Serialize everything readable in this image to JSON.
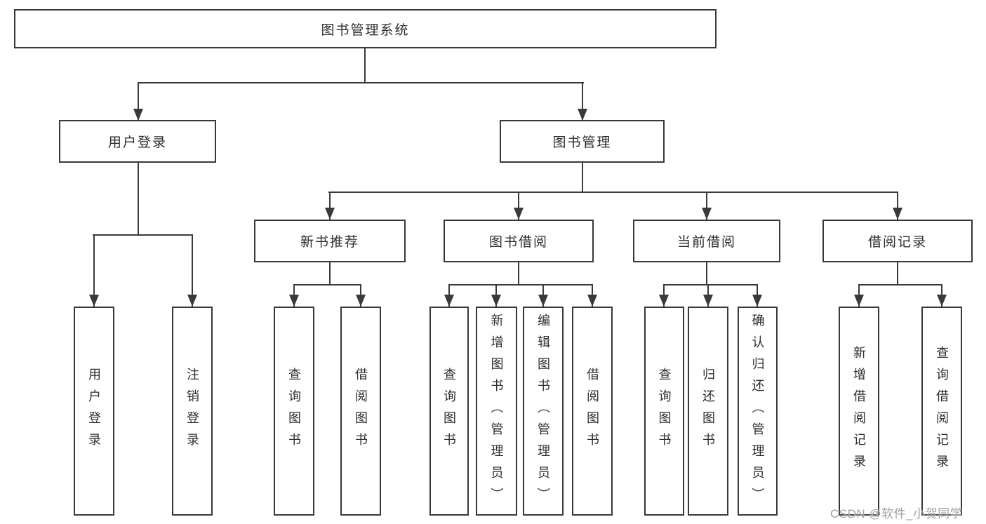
{
  "tree": {
    "label": "图书管理系统",
    "children": [
      {
        "label": "用户登录",
        "children": [
          {
            "label": "用户登录"
          },
          {
            "label": "注销登录"
          }
        ]
      },
      {
        "label": "图书管理",
        "children": [
          {
            "label": "新书推荐",
            "children": [
              {
                "label": "查询图书"
              },
              {
                "label": "借阅图书"
              }
            ]
          },
          {
            "label": "图书借阅",
            "children": [
              {
                "label": "查询图书"
              },
              {
                "label": "新增图书（管理员）"
              },
              {
                "label": "编辑图书（管理员）"
              },
              {
                "label": "借阅图书"
              }
            ]
          },
          {
            "label": "当前借阅",
            "children": [
              {
                "label": "查询图书"
              },
              {
                "label": "归还图书"
              },
              {
                "label": "确认归还（管理员）"
              }
            ]
          },
          {
            "label": "借阅记录",
            "children": [
              {
                "label": "新增借阅记录"
              },
              {
                "label": "查询借阅记录"
              }
            ]
          }
        ]
      }
    ]
  },
  "watermark": {
    "text": "CSDN @软件_小贺同学"
  },
  "colors": {
    "line": "#3a3a3a",
    "box_border": "#383838",
    "text": "#2d2d2d",
    "watermark": "#a0a0a0",
    "background": "#ffffff"
  }
}
